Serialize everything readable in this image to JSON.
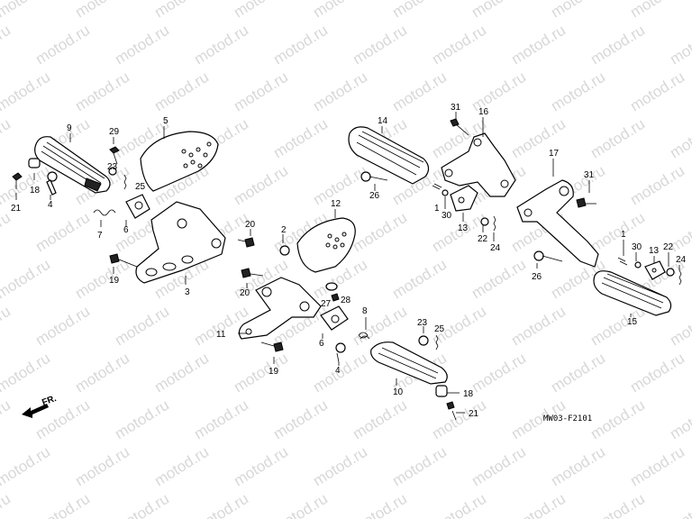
{
  "watermark": "motod.ru",
  "diagram_code": "MW03-F2101",
  "direction_label": "FR.",
  "labels": [
    "1",
    "2",
    "3",
    "4",
    "5",
    "6",
    "7",
    "8",
    "9",
    "10",
    "11",
    "12",
    "13",
    "14",
    "15",
    "16",
    "17",
    "18",
    "19",
    "20",
    "21",
    "22",
    "23",
    "24",
    "25",
    "26",
    "27",
    "28",
    "29",
    "30",
    "31"
  ]
}
